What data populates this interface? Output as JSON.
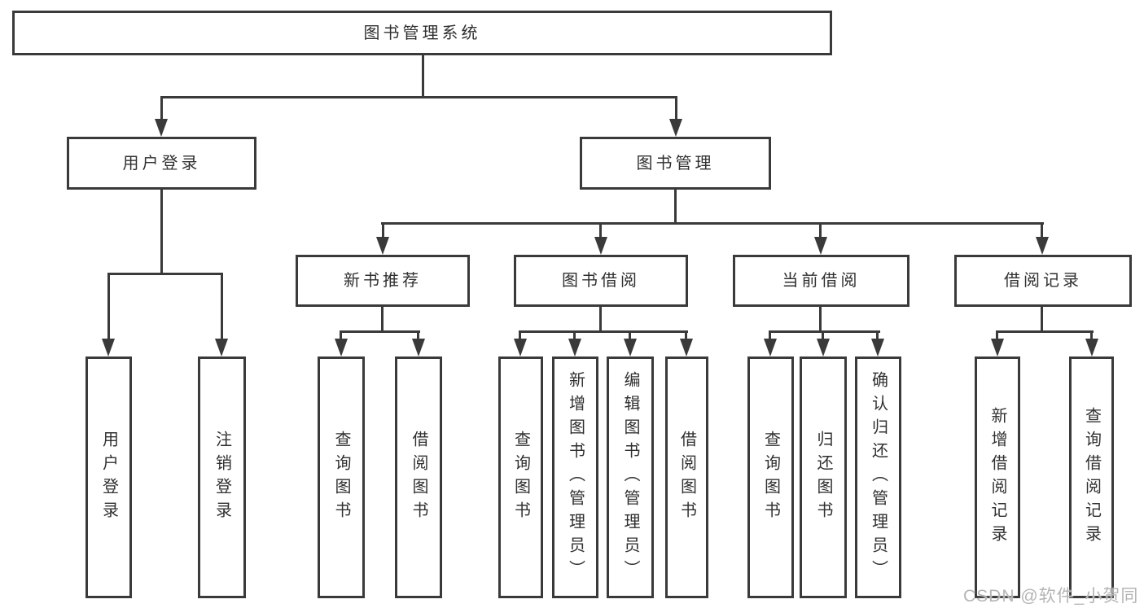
{
  "tree": {
    "root": {
      "label": "图书管理系统",
      "children": [
        {
          "label": "用户登录",
          "children": [
            {
              "label": "用户登录"
            },
            {
              "label": "注销登录"
            }
          ]
        },
        {
          "label": "图书管理",
          "children": [
            {
              "label": "新书推荐",
              "children": [
                {
                  "label": "查询图书"
                },
                {
                  "label": "借阅图书"
                }
              ]
            },
            {
              "label": "图书借阅",
              "children": [
                {
                  "label": "查询图书"
                },
                {
                  "label": "新增图书（管理员）"
                },
                {
                  "label": "编辑图书（管理员）"
                },
                {
                  "label": "借阅图书"
                }
              ]
            },
            {
              "label": "当前借阅",
              "children": [
                {
                  "label": "查询图书"
                },
                {
                  "label": "归还图书"
                },
                {
                  "label": "确认归还（管理员）"
                }
              ]
            },
            {
              "label": "借阅记录",
              "children": [
                {
                  "label": "新增借阅记录"
                },
                {
                  "label": "查询借阅记录"
                }
              ]
            }
          ]
        }
      ]
    }
  },
  "watermark": {
    "text": "CSDN @软件_小贺同学"
  },
  "colors": {
    "line": "#3a3a3a",
    "text": "#303030",
    "box_background": "#ffffff",
    "page_background": "#ffffff",
    "watermark": "#b5b5b5"
  }
}
